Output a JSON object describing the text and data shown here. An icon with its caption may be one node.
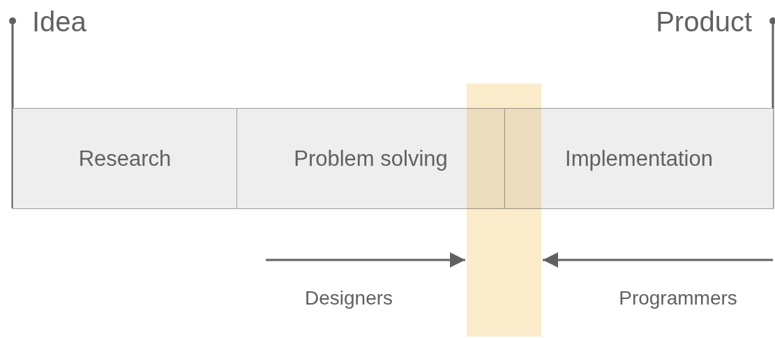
{
  "diagram": {
    "nodes": [
      {
        "text": [
          "Research"
        ]
      },
      {
        "text": [
          "Problem solving"
        ]
      },
      {
        "text": [
          "Implementation"
        ]
      },
      {
        "text": [],
        "shape": "bar"
      }
    ],
    "edges": [
      {
        "from": null,
        "to": 3,
        "arrow": "to",
        "label": "Designers"
      },
      {
        "from": null,
        "to": 3,
        "arrow": "to",
        "label": "Programmers"
      }
    ],
    "labels": [
      "Idea",
      "Product"
    ]
  }
}
